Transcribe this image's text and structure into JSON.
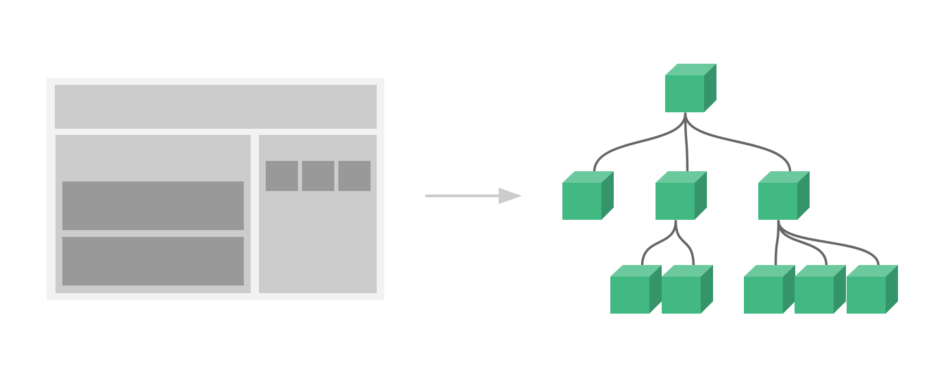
{
  "colors": {
    "page_background": "#ffffff",
    "mockup_frame": "#f2f2f2",
    "mockup_block": "#cccccc",
    "mockup_inner_block": "#999999",
    "arrow": "#cccccc",
    "node_front": "#42b983",
    "node_top": "#6cc99d",
    "node_side": "#359469",
    "edge": "#666666"
  },
  "icons": {
    "layout": "page-layout-mockup",
    "transform": "right-arrow-icon",
    "node": "cube-icon"
  },
  "tree": {
    "id": "root",
    "children": [
      {
        "id": "left"
      },
      {
        "id": "middle",
        "children": [
          {
            "id": "middle-child-1"
          },
          {
            "id": "middle-child-2"
          }
        ]
      },
      {
        "id": "right",
        "children": [
          {
            "id": "right-child-1"
          },
          {
            "id": "right-child-2"
          },
          {
            "id": "right-child-3"
          }
        ]
      }
    ]
  }
}
